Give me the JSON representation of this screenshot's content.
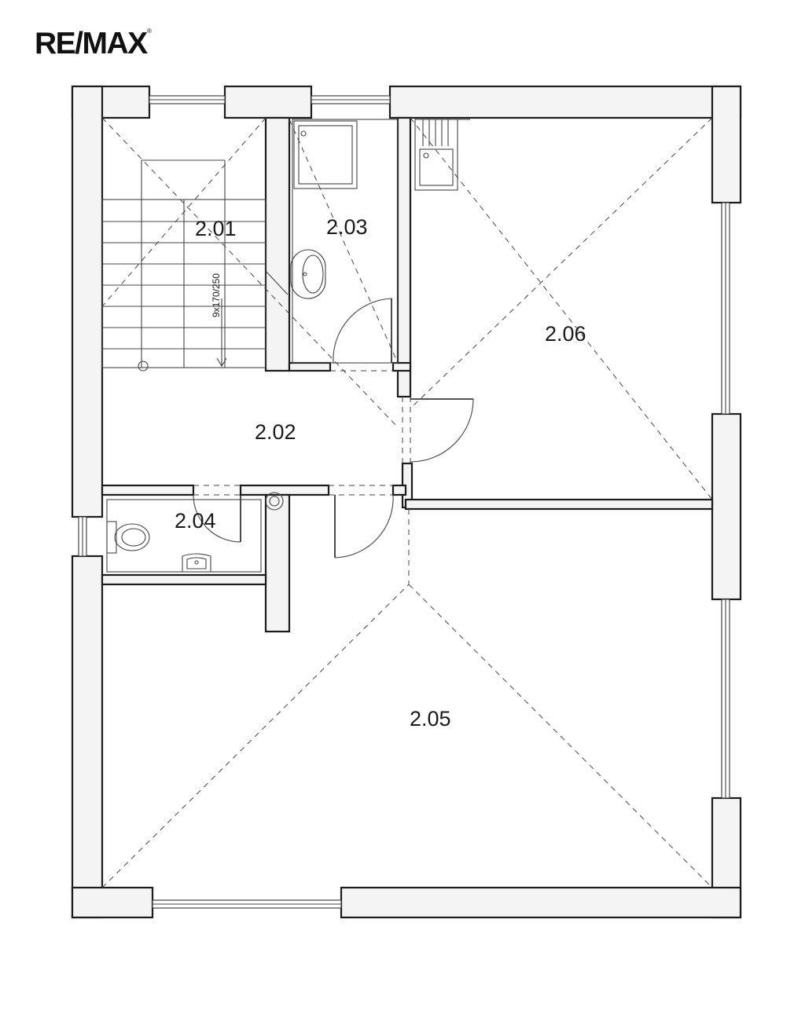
{
  "brand": {
    "logo_text": "RE/MAX",
    "registered_mark": "®"
  },
  "stair": {
    "note": "9x170/250"
  },
  "rooms": [
    {
      "id": "2.01",
      "label": "2.01"
    },
    {
      "id": "2.02",
      "label": "2.02"
    },
    {
      "id": "2.03",
      "label": "2.03"
    },
    {
      "id": "2.04",
      "label": "2.04"
    },
    {
      "id": "2.05",
      "label": "2.05"
    },
    {
      "id": "2.06",
      "label": "2.06"
    }
  ]
}
